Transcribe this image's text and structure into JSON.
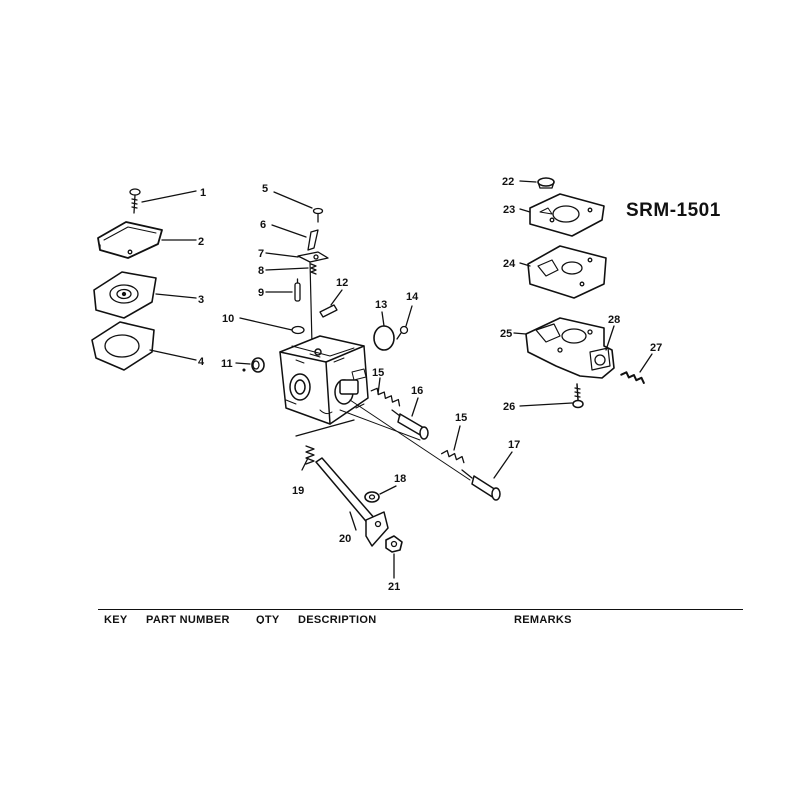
{
  "model": "SRM-1501",
  "table_header": {
    "key": "KEY",
    "part_number": "PART NUMBER",
    "qty": "QTY",
    "description": "DESCRIPTION",
    "remarks": "REMARKS"
  },
  "callouts": [
    {
      "id": "c1",
      "label": "1"
    },
    {
      "id": "c2",
      "label": "2"
    },
    {
      "id": "c3",
      "label": "3"
    },
    {
      "id": "c4",
      "label": "4"
    },
    {
      "id": "c5",
      "label": "5"
    },
    {
      "id": "c6",
      "label": "6"
    },
    {
      "id": "c7",
      "label": "7"
    },
    {
      "id": "c8",
      "label": "8"
    },
    {
      "id": "c9",
      "label": "9"
    },
    {
      "id": "c10",
      "label": "10"
    },
    {
      "id": "c11",
      "label": "11"
    },
    {
      "id": "c12",
      "label": "12"
    },
    {
      "id": "c13",
      "label": "13"
    },
    {
      "id": "c14",
      "label": "14"
    },
    {
      "id": "c15a",
      "label": "15"
    },
    {
      "id": "c15b",
      "label": "15"
    },
    {
      "id": "c16",
      "label": "16"
    },
    {
      "id": "c17",
      "label": "17"
    },
    {
      "id": "c18",
      "label": "18"
    },
    {
      "id": "c19",
      "label": "19"
    },
    {
      "id": "c20",
      "label": "20"
    },
    {
      "id": "c21",
      "label": "21"
    },
    {
      "id": "c22",
      "label": "22"
    },
    {
      "id": "c23",
      "label": "23"
    },
    {
      "id": "c24",
      "label": "24"
    },
    {
      "id": "c25",
      "label": "25"
    },
    {
      "id": "c26",
      "label": "26"
    },
    {
      "id": "c27",
      "label": "27"
    },
    {
      "id": "c28",
      "label": "28"
    }
  ],
  "colors": {
    "ink": "#111111",
    "paper": "#ffffff"
  }
}
